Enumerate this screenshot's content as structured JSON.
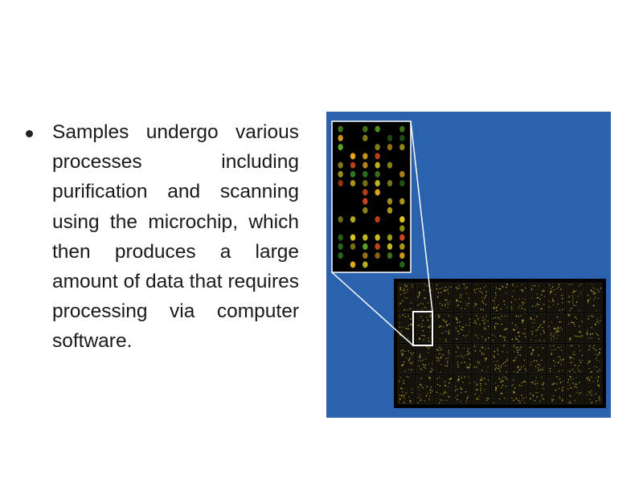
{
  "slide": {
    "bullet_text": "Samples undergo various processes including purification and scanning using the microchip, which then produces a large amount of data that requires processing via computer software."
  },
  "figure": {
    "description_icon": "microarray-image",
    "background_color": "#2a62ad",
    "array_color": "#000000",
    "spot_colors": [
      "#e8d020",
      "#f0b020",
      "#c8c020",
      "#6fbf2a",
      "#d84a20",
      "#2f7a20"
    ],
    "grid_columns": 11,
    "grid_rows": 4,
    "zoom_columns": 6,
    "zoom_rows": 16
  }
}
